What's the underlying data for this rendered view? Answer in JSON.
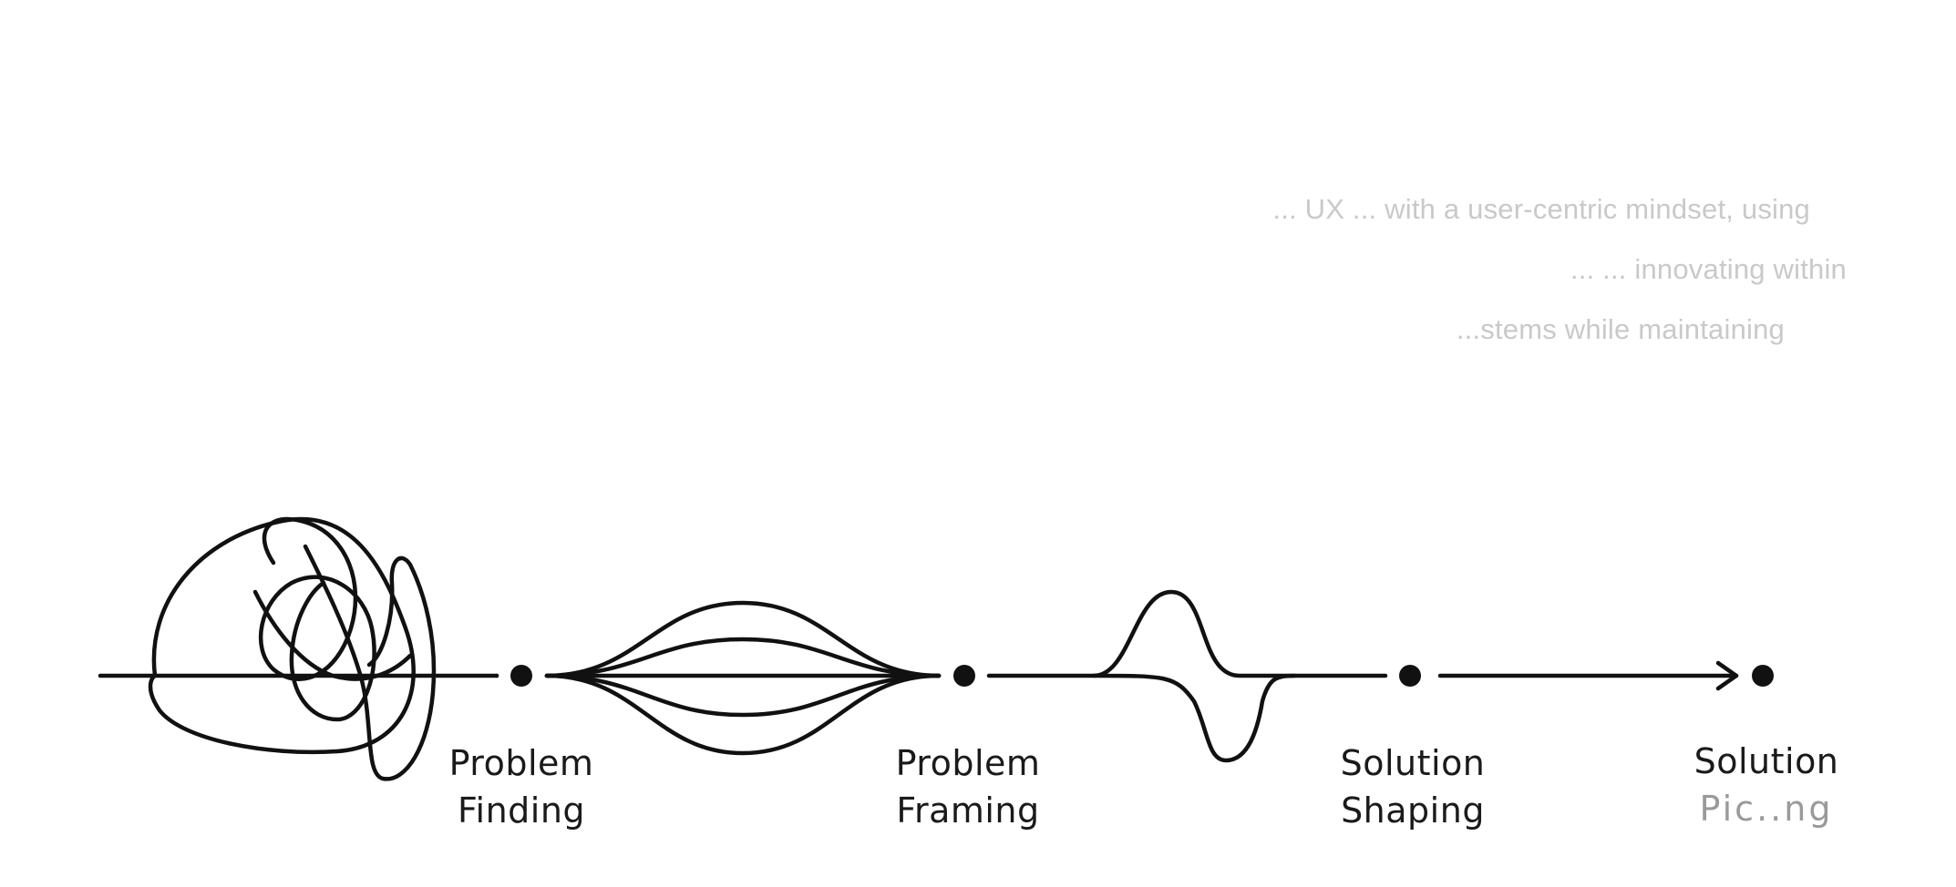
{
  "description": {
    "lines": [
      "... UX ... with a user-centric mindset, using",
      "... ... innovating within",
      "...stems while maintaining"
    ]
  },
  "stages": [
    {
      "line1": "Problem",
      "line2": "Finding"
    },
    {
      "line1": "Problem",
      "line2": "Framing"
    },
    {
      "line1": "Solution",
      "line2": "Shaping"
    },
    {
      "line1": "Solution",
      "line2": "Pic..ng"
    }
  ],
  "colors": {
    "stroke": "#111111",
    "label": "#1a1a1a",
    "faded_text": "#c9c9c9"
  }
}
